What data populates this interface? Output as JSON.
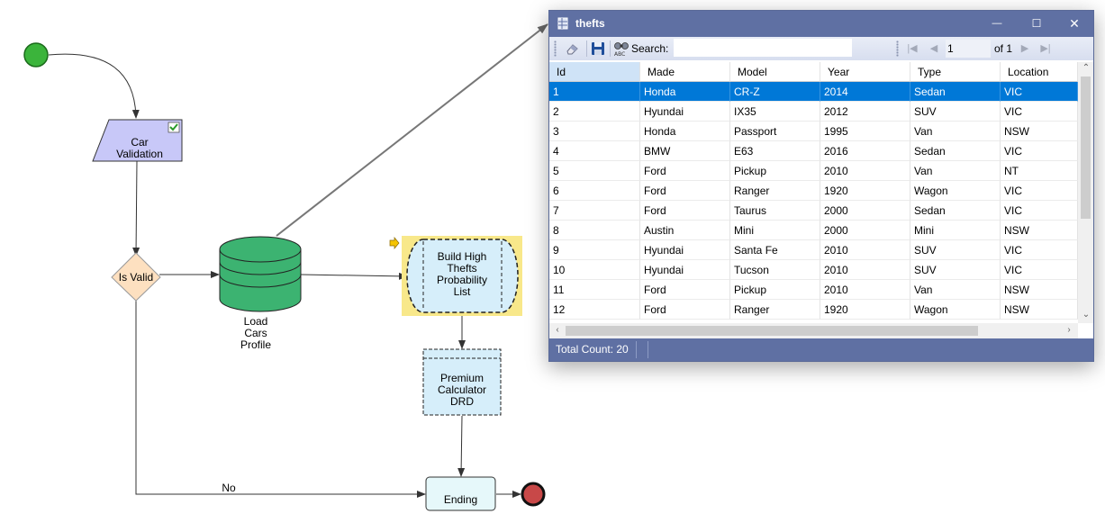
{
  "diagram": {
    "nodes": {
      "car_validation": "Car\nValidation",
      "is_valid": "Is Valid",
      "load_cars_profile": "Load\nCars\nProfile",
      "build_high_thefts": "Build High\nThefts\nProbability\nList",
      "premium_calculator": "Premium\nCalculator\nDRD",
      "ending": "Ending"
    },
    "edge_labels": {
      "no": "No"
    },
    "colors": {
      "start": "#3bb43b",
      "end": "#c84848",
      "data_input": "#c8c8f8",
      "gateway": "#fde0c0",
      "database": "#3cb371",
      "subprocess": "#d6eefa",
      "highlight": "#f8e88a"
    }
  },
  "window": {
    "title": "thefts",
    "controls": {
      "minimize": "—",
      "maximize": "☐",
      "close": "✕"
    },
    "toolbar": {
      "search_label": "Search:",
      "search_value": "",
      "page_value": "1",
      "page_of": "of 1"
    },
    "grid": {
      "columns": [
        "Id",
        "Made",
        "Model",
        "Year",
        "Type",
        "Location"
      ],
      "rows": [
        [
          "1",
          "Honda",
          "CR-Z",
          "2014",
          "Sedan",
          "VIC"
        ],
        [
          "2",
          "Hyundai",
          "IX35",
          "2012",
          "SUV",
          "VIC"
        ],
        [
          "3",
          "Honda",
          "Passport",
          "1995",
          "Van",
          "NSW"
        ],
        [
          "4",
          "BMW",
          "E63",
          "2016",
          "Sedan",
          "VIC"
        ],
        [
          "5",
          "Ford",
          "Pickup",
          "2010",
          "Van",
          "NT"
        ],
        [
          "6",
          "Ford",
          "Ranger",
          "1920",
          "Wagon",
          "VIC"
        ],
        [
          "7",
          "Ford",
          "Taurus",
          "2000",
          "Sedan",
          "VIC"
        ],
        [
          "8",
          "Austin",
          "Mini",
          "2000",
          "Mini",
          "NSW"
        ],
        [
          "9",
          "Hyundai",
          "Santa Fe",
          "2010",
          "SUV",
          "VIC"
        ],
        [
          "10",
          "Hyundai",
          "Tucson",
          "2010",
          "SUV",
          "VIC"
        ],
        [
          "11",
          "Ford",
          "Pickup",
          "2010",
          "Van",
          "NSW"
        ],
        [
          "12",
          "Ford",
          "Ranger",
          "1920",
          "Wagon",
          "NSW"
        ]
      ],
      "selected_row": 0
    },
    "status": "Total Count: 20",
    "colors": {
      "titlebar": "#5f70a3",
      "selection": "#0078d7"
    }
  }
}
